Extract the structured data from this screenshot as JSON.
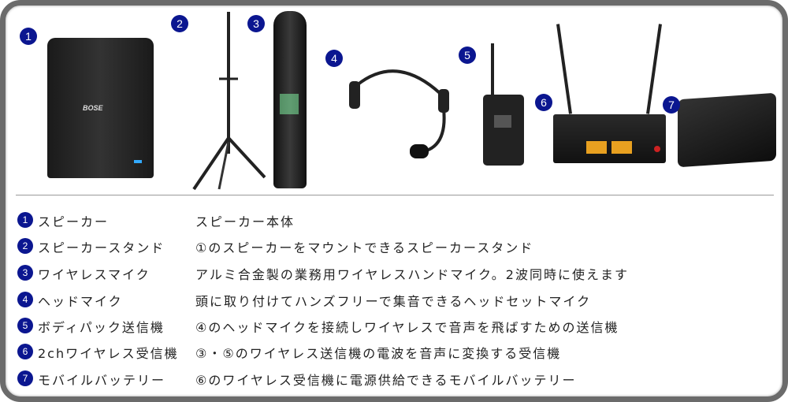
{
  "badge_color": "#0b1690",
  "products": [
    {
      "num": "1",
      "name": "スピーカー",
      "desc": "スピーカー本体",
      "logo": "BOSE"
    },
    {
      "num": "2",
      "name": "スピーカースタンド",
      "desc": "①のスピーカーをマウントできるスピーカースタンド"
    },
    {
      "num": "3",
      "name": "ワイヤレスマイク",
      "desc": "アルミ合金製の業務用ワイヤレスハンドマイク。2波同時に使えます"
    },
    {
      "num": "4",
      "name": "ヘッドマイク",
      "desc": "頭に取り付けてハンズフリーで集音できるヘッドセットマイク"
    },
    {
      "num": "5",
      "name": "ボディパック送信機",
      "desc": "④のヘッドマイクを接続しワイヤレスで音声を飛ばすための送信機"
    },
    {
      "num": "6",
      "name": "2chワイヤレス受信機",
      "desc": "③・⑤のワイヤレス送信機の電波を音声に変換する受信機"
    },
    {
      "num": "7",
      "name": "モバイルバッテリー",
      "desc": "⑥のワイヤレス受信機に電源供給できるモバイルバッテリー"
    }
  ]
}
